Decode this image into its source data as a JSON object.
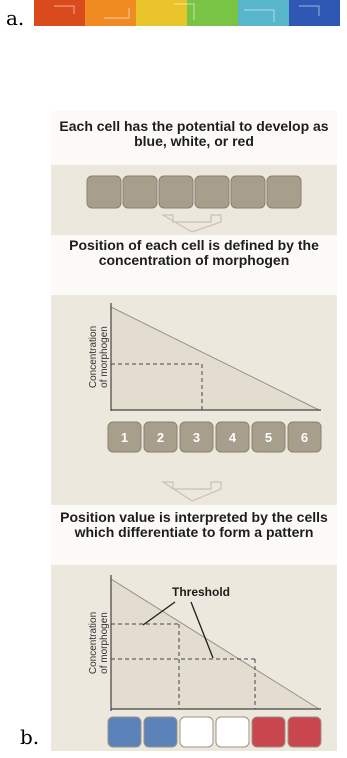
{
  "labels": {
    "a": "a.",
    "b": "b."
  },
  "strip_colors": [
    "#d94a1d",
    "#f08b22",
    "#e9c52b",
    "#79c444",
    "#57b6c9",
    "#2f57b4"
  ],
  "panel": {
    "section1_title": "Each cell has the potential to develop as blue, white, or red",
    "section2_title": "Position of each cell is defined by the concentration of morphogen",
    "section3_title": "Position value is interpreted by the cells which differentiate to form a pattern",
    "ylabel_line1": "Concentration",
    "ylabel_line2": "of morphogen",
    "numbered_cells": [
      "1",
      "2",
      "3",
      "4",
      "5",
      "6"
    ],
    "threshold_label": "Threshold",
    "colors": {
      "cell_tan": "#a79e8b",
      "cell_border": "#8a8170",
      "band_bg": "#fbfaf6",
      "panel_bg": "#ede8dd",
      "triangle_fill": "#e3ddd0",
      "blue": "#5b83ba",
      "white": "#ffffff",
      "red": "#c9464f"
    },
    "final_pattern": [
      "blue",
      "blue",
      "white",
      "white",
      "red",
      "red"
    ]
  }
}
